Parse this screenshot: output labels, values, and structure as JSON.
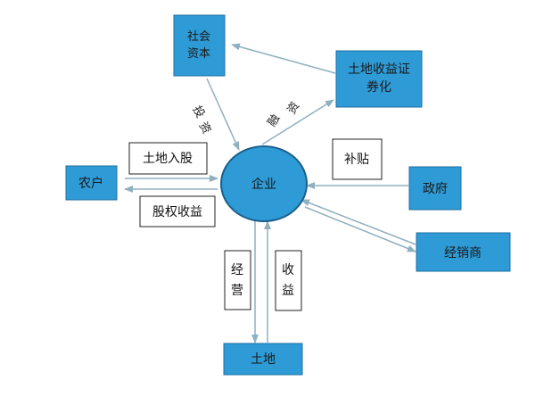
{
  "nodes": {
    "social_capital": {
      "line1": "社会",
      "line2": "资本"
    },
    "securitization": {
      "line1": "土地收益证",
      "line2": "券化"
    },
    "farmer": {
      "label": "农户"
    },
    "enterprise": {
      "label": "企业"
    },
    "government": {
      "label": "政府"
    },
    "distributor": {
      "label": "经销商"
    },
    "land": {
      "label": "土地"
    }
  },
  "labels": {
    "land_share": "土地入股",
    "equity_income": "股权收益",
    "subsidy": "补贴",
    "operation": {
      "c1": "经",
      "c2": "营"
    },
    "revenue": {
      "c1": "收",
      "c2": "益"
    }
  },
  "edge_labels": {
    "invest": {
      "c1": "投",
      "c2": "资"
    },
    "financing": {
      "c1": "融",
      "c2": "资"
    }
  },
  "colors": {
    "box_fill": "#2e9bd6",
    "box_stroke": "#1d6fa3",
    "arrow": "#8fb0bf",
    "ellipse_fill": "#2e9bd6",
    "ellipse_stroke": "#1a5f8c"
  }
}
